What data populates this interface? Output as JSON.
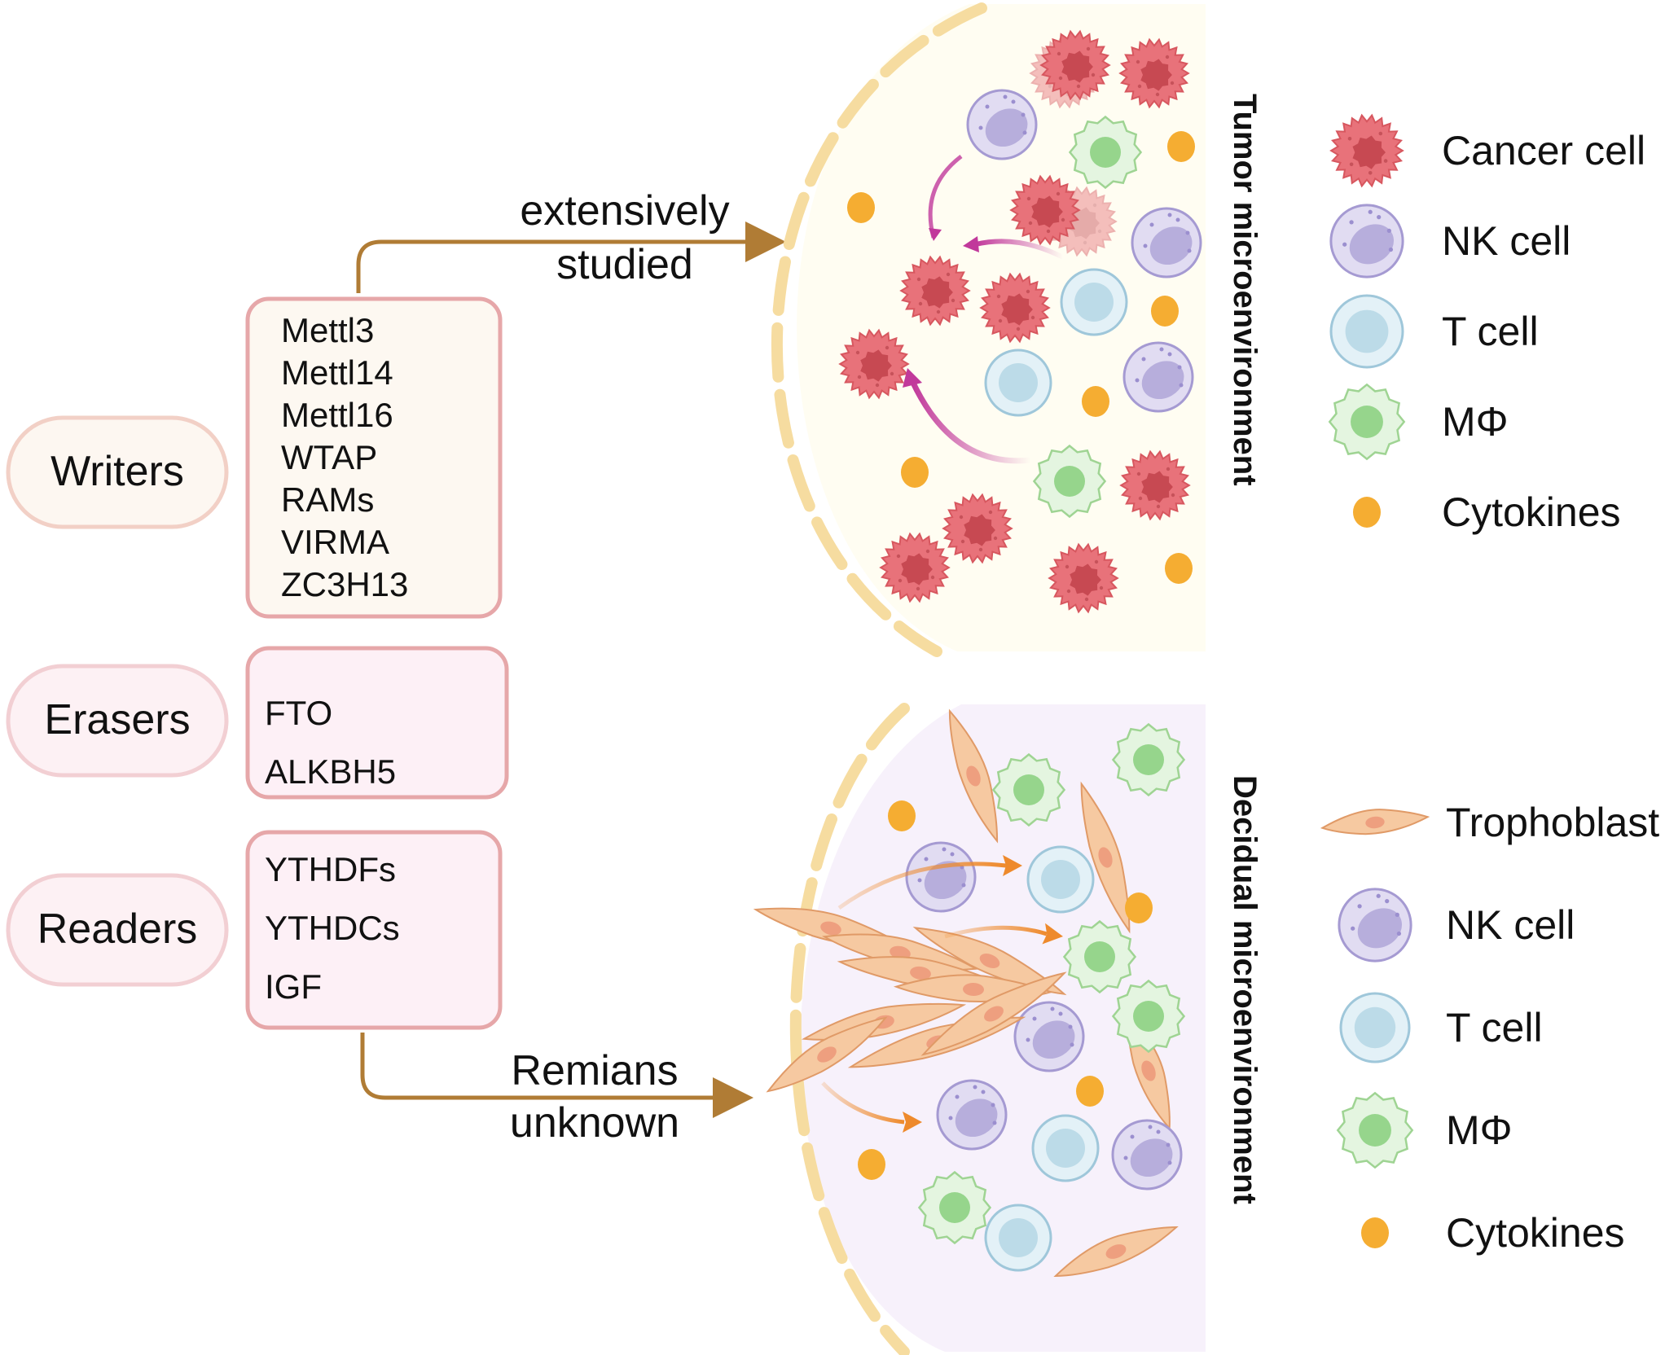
{
  "categories": [
    {
      "label": "Writers",
      "genes": [
        "Mettl3",
        "Mettl14",
        "Mettl16",
        "WTAP",
        "RAMs",
        "VIRMA",
        "ZC3H13"
      ]
    },
    {
      "label": "Erasers",
      "genes": [
        "FTO",
        "ALKBH5"
      ]
    },
    {
      "label": "Readers",
      "genes": [
        "YTHDFs",
        "YTHDCs",
        "IGF"
      ]
    }
  ],
  "arrows": {
    "top": [
      "extensively",
      "studied"
    ],
    "bottom": [
      "Remians",
      "unknown"
    ]
  },
  "panels": {
    "tumor": "Tumor microenvironment",
    "decidual": "Decidual microenvironment"
  },
  "legend_top": [
    "Cancer cell",
    "NK cell",
    "T cell",
    "MΦ",
    "Cytokines"
  ],
  "legend_bottom": [
    "Trophoblast",
    "NK cell",
    "T cell",
    "MΦ",
    "Cytokines"
  ],
  "colors": {
    "cancer": "#e8727a",
    "nk": "#b7aedc",
    "tcell": "#bcdbe8",
    "macrophage": "#bfe6b8",
    "cytokine": "#f5ad32",
    "trophoblast": "#f6c9a1",
    "arrow_brown": "#b07c35",
    "arrow_magenta": "#c1399b",
    "arrow_orange": "#ee8a2c"
  }
}
